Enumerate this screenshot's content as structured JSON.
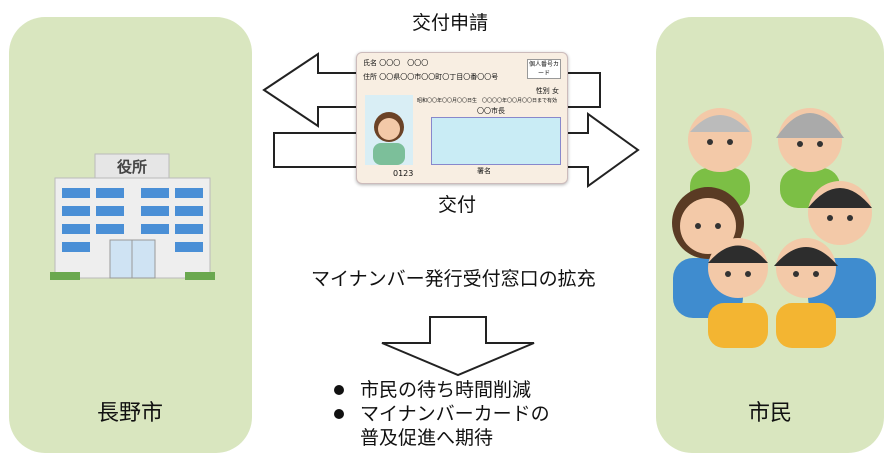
{
  "left_panel": {
    "label": "長野市",
    "building_sign": "役所"
  },
  "right_panel": {
    "label": "市民"
  },
  "arrows": {
    "apply_label": "交付申請",
    "issue_label": "交付"
  },
  "card": {
    "name_row": "氏名 〇〇〇　〇〇〇",
    "address_row": "住所 〇〇県〇〇市〇〇町〇丁目〇番〇〇号",
    "badge": "個人番号カード",
    "sex_row": "性別 女",
    "birth_row": "昭和〇〇年〇〇月〇〇日生　〇〇〇〇年〇〇月〇〇日まで有効",
    "city_row": "〇〇市長",
    "sig_label": "署名",
    "number": "0123"
  },
  "expansion_text": "マイナンバー発行受付窓口の拡充",
  "benefits": [
    "市民の待ち時間削減",
    "マイナンバーカードの",
    "普及促進へ期待"
  ]
}
